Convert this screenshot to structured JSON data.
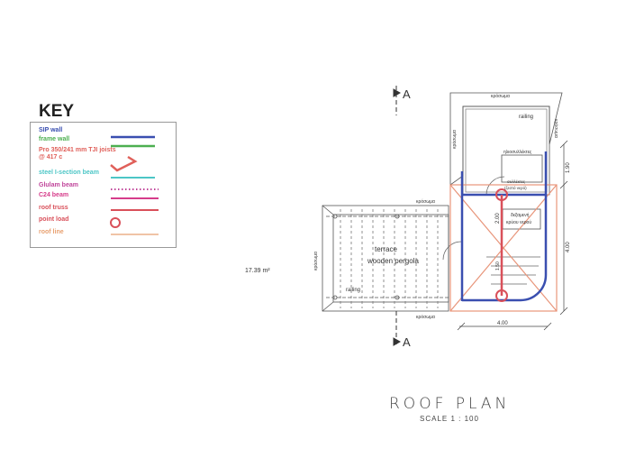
{
  "key": {
    "title": "KEY",
    "items": [
      {
        "label": "SIP wall",
        "color": "#3a4fb0"
      },
      {
        "label": "frame wall",
        "color": "#4caf50"
      },
      {
        "label": "Pro 350/241 mm TJI joists @ 417 c",
        "color": "#e0605a"
      },
      {
        "label": "steel I-section beam",
        "color": "#4cc6c6"
      },
      {
        "label": "Glulam beam",
        "color": "#c0459a"
      },
      {
        "label": "C24 beam",
        "color": "#d63c8a"
      },
      {
        "label": "roof truss",
        "color": "#d9505a"
      },
      {
        "label": "point load",
        "color": "#d9505a"
      },
      {
        "label": "roof line",
        "color": "#e8a070"
      }
    ]
  },
  "plan": {
    "area": "17.39 m²",
    "fascia_label": "κρόσωμα",
    "railing": "railing",
    "terrace": "terrace",
    "pergola": "wooden pergola",
    "solar_panels": "ηλιοσυλλέκτες",
    "collectors": "συλλέκτες",
    "hot_water": "(ζεστό νερό)",
    "tank": "δεξαμενή",
    "cold_water": "κρύου νερού",
    "dim_upper": "1.90",
    "dim_right": "4.00",
    "dim_bottom": "4.00",
    "dim_truss": "2.00",
    "dim_stair": "1.50",
    "section_mark": "A"
  },
  "footer": {
    "title": "ROOF PLAN",
    "scale": "SCALE  1 : 100"
  }
}
